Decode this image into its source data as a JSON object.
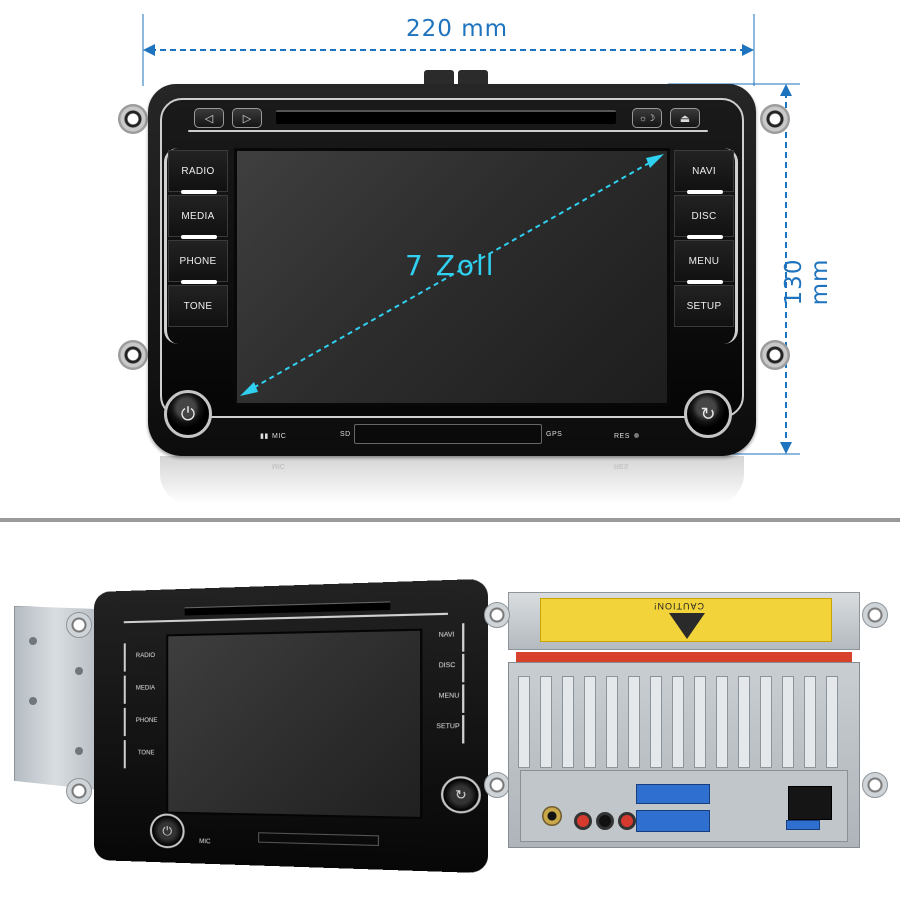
{
  "dimensions": {
    "width": "220 mm",
    "height": "130 mm",
    "diagonal": "7 Zoll"
  },
  "main_unit": {
    "left_buttons": [
      "RADIO",
      "MEDIA",
      "PHONE",
      "TONE"
    ],
    "right_buttons": [
      "NAVI",
      "DISC",
      "MENU",
      "SETUP"
    ],
    "top_buttons": {
      "prev_icon": "◁",
      "next_icon": "▷",
      "brightness_icon": "☼☽",
      "eject_icon": "⏏"
    },
    "bottom_labels": {
      "mic": "MIC",
      "sd": "SD",
      "gps": "GPS",
      "res": "RES"
    },
    "power_icon": "⏻",
    "nav_icon": "↻"
  },
  "side_view": {
    "left_buttons": [
      "RADIO",
      "MEDIA",
      "PHONE",
      "TONE"
    ],
    "right_buttons": [
      "NAVI",
      "DISC",
      "MENU",
      "SETUP"
    ]
  },
  "rear_view": {
    "sticker_text": "CAUTION!"
  },
  "colors": {
    "dimension_blue": "#1e73be",
    "diagonal_cyan": "#2fd0f0",
    "divider": "#9a9a9a"
  }
}
